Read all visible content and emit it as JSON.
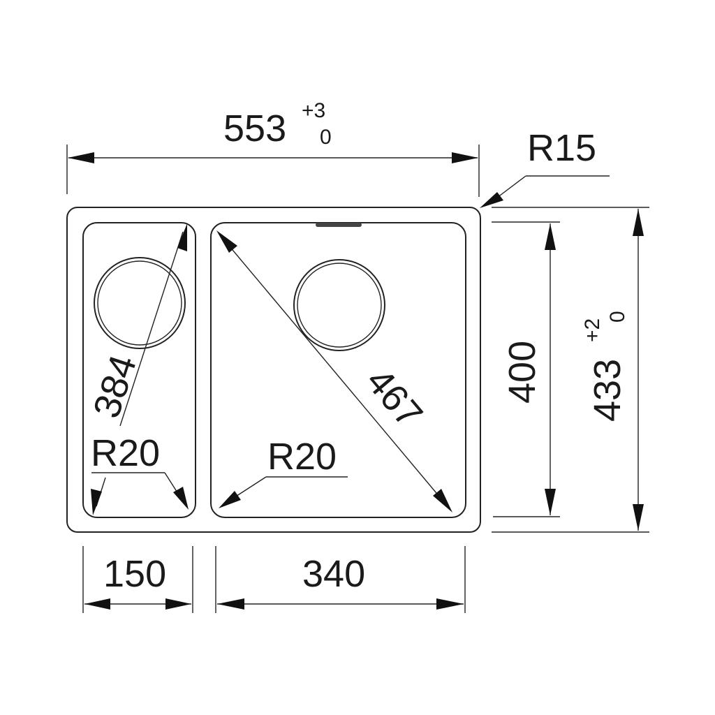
{
  "drawing": {
    "subject": "double bowl undermount sink dimension drawing",
    "stroke_color": "#222222",
    "background": "#ffffff"
  },
  "dimensions": {
    "overall_width": {
      "value": "553",
      "tol_upper": "+3",
      "tol_lower": "0"
    },
    "overall_depth": {
      "value": "433",
      "tol_upper": "+2",
      "tol_lower": "0"
    },
    "bowl_depth": {
      "value": "400"
    },
    "outer_radius": {
      "value": "R15"
    },
    "small_bowl_radius": {
      "value": "R20"
    },
    "large_bowl_radius": {
      "value": "R20"
    },
    "small_bowl_diagonal": {
      "value": "384"
    },
    "large_bowl_diagonal": {
      "value": "467"
    },
    "small_bowl_width": {
      "value": "150"
    },
    "large_bowl_width": {
      "value": "340"
    }
  }
}
